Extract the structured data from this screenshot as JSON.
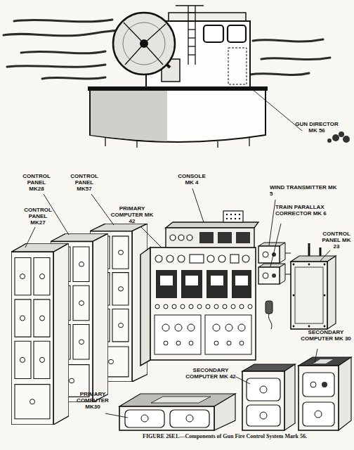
{
  "diagram": {
    "caption": "FIGURE 26E1.—Components of Gun Fire Control System Mark 56.",
    "labels": [
      "GUN DIRECTOR MK 56",
      "CONTROL PANEL MK28",
      "CONTROL PANEL MK57",
      "CONSOLE MK 4",
      "WIND TRANSMITTER MK 5",
      "CONTROL PANEL MK27",
      "PRIMARY COMPUTER MK 42",
      "TRAIN PARALLAX CORRECTOR MK 6",
      "CONTROL PANEL MK 23",
      "SECONDARY COMPUTER MK 30",
      "SECONDARY COMPUTER MK 42",
      "PRIMARY COMPUTER MK30"
    ]
  }
}
